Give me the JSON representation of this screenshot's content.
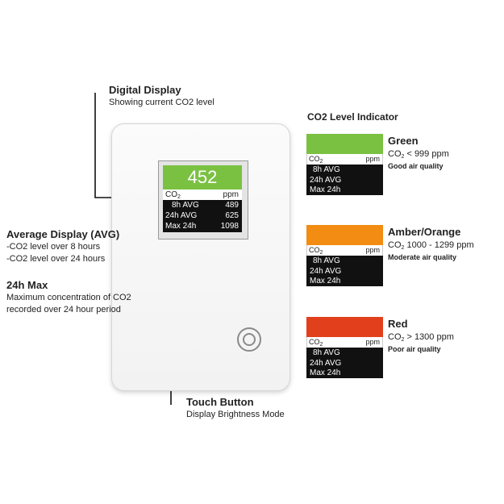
{
  "labels": {
    "digital_display": {
      "title": "Digital Display",
      "desc": "Showing current CO2 level"
    },
    "average_display": {
      "title": "Average Display (AVG)",
      "line1": "-CO2 level over 8 hours",
      "line2": "-CO2 level over 24 hours"
    },
    "max24": {
      "title": "24h Max",
      "line1": "Maximum concentration of CO2",
      "line2": "recorded over 24 hour period"
    },
    "touch_button": {
      "title": "Touch Button",
      "desc": "Display Brightness Mode"
    }
  },
  "screen": {
    "value": "452",
    "unit_left": "CO",
    "unit_sub": "2",
    "unit_right": "ppm",
    "rows": [
      {
        "label": "8h  AVG",
        "value": "489"
      },
      {
        "label": "24h  AVG",
        "value": "625"
      },
      {
        "label": "Max  24h",
        "value": "1098"
      }
    ]
  },
  "indicator": {
    "title": "CO2 Level Indicator",
    "unit_left": "CO",
    "unit_sub": "2",
    "unit_right": "ppm",
    "rows": [
      "8h  AVG",
      "24h  AVG",
      "Max  24h"
    ],
    "levels": [
      {
        "name": "Green",
        "range_prefix": "CO",
        "range_sub": "2",
        "range": " < 999 ppm",
        "quality": "Good air quality",
        "color": "#7ac142"
      },
      {
        "name": "Amber/Orange",
        "range_prefix": "CO",
        "range_sub": "2",
        "range": " 1000 - 1299 ppm",
        "quality": "Moderate air quality",
        "color": "#f28c12"
      },
      {
        "name": "Red",
        "range_prefix": "CO",
        "range_sub": "2",
        "range": " > 1300 ppm",
        "quality": "Poor air quality",
        "color": "#e2401c"
      }
    ]
  }
}
